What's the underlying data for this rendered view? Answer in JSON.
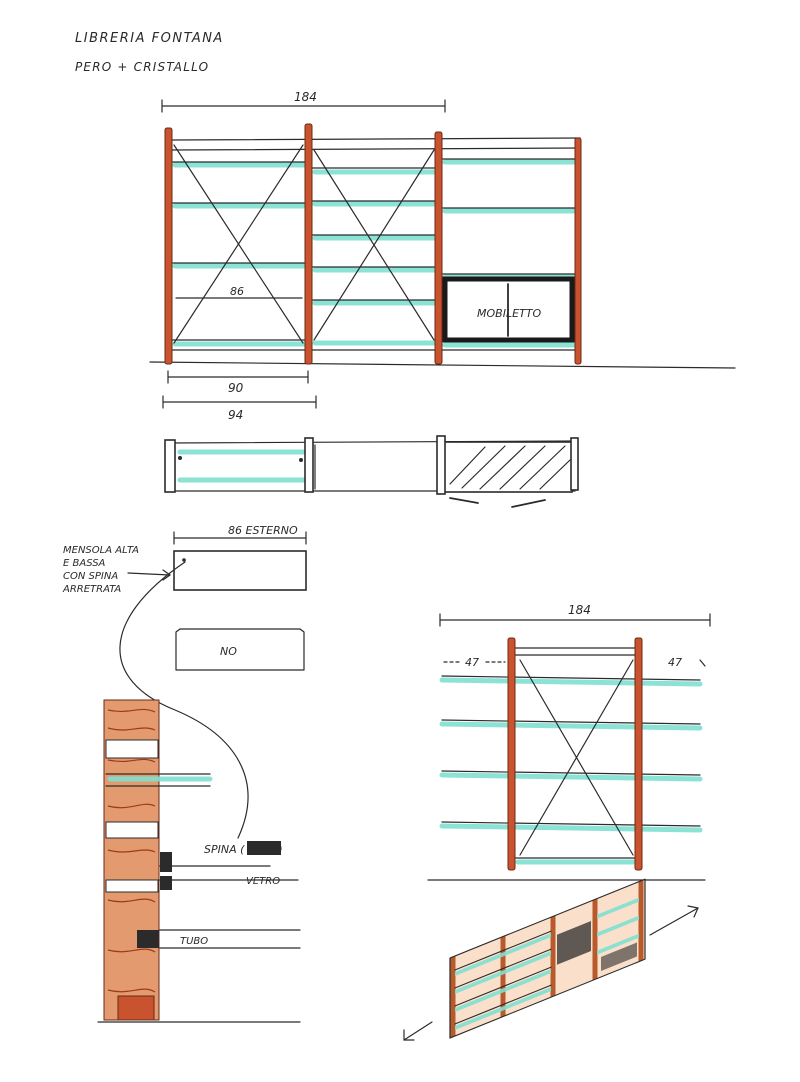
{
  "title": "LIBRERIA FONTANA",
  "subtitle": "PERO + CRISTALLO",
  "colors": {
    "ink": "#2b2b2b",
    "glass": "#7fe0d2",
    "wood": "#c9532f",
    "wood_light": "#e39a6e"
  },
  "front_view": {
    "overall_width": "184",
    "inner_width": "86",
    "module_width_a": "90",
    "module_width_b": "94",
    "cabinet_label": "MOBILETTO"
  },
  "shelf_detail": {
    "width_label": "86 ESTERNO",
    "annotation": [
      "MENSOLA ALTA",
      "E BASSA",
      "CON SPINA",
      "ARRETRATA"
    ],
    "no_label": "NO"
  },
  "section_detail": {
    "pin_label": "SPINA (",
    "pin_label_end": ")",
    "glass_label": "VETRO",
    "tube_label": "TUBO"
  },
  "side_module": {
    "overall_width": "184",
    "left_overhang": "47",
    "right_overhang": "47"
  }
}
